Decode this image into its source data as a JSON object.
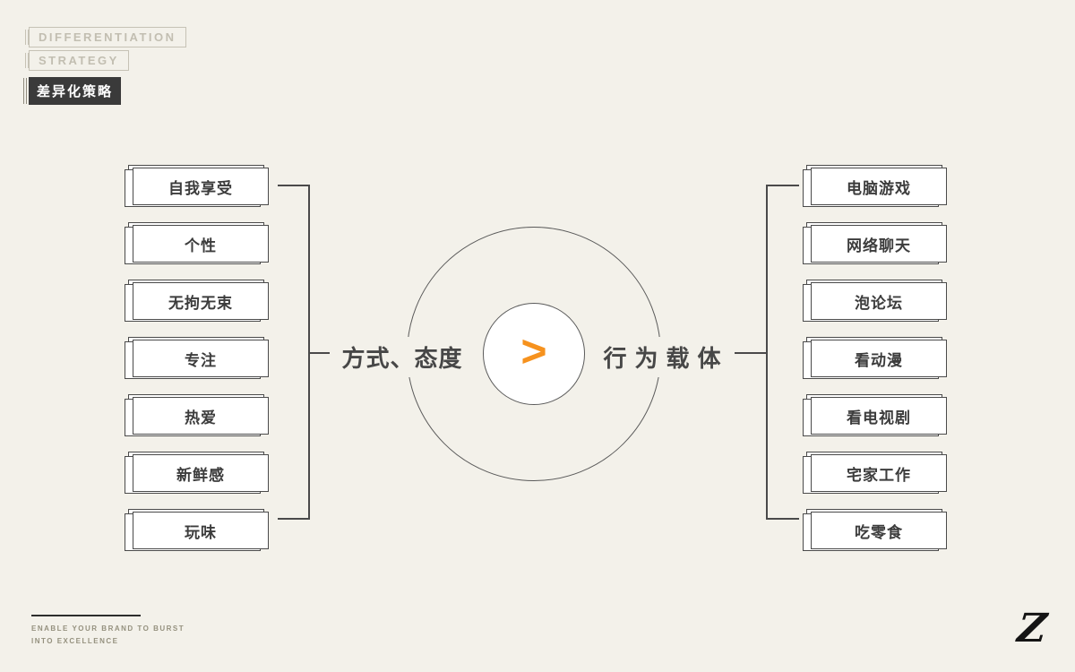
{
  "header": {
    "title_line1": "DIFFERENTIATION",
    "title_line2": "STRATEGY",
    "subtitle": "差异化策略"
  },
  "diagram": {
    "left_group_label": "方式、态度",
    "right_group_label": "行为载体",
    "center_symbol": ">",
    "left_items": [
      "自我享受",
      "个性",
      "无拘无束",
      "专注",
      "热爱",
      "新鲜感",
      "玩味"
    ],
    "right_items": [
      "电脑游戏",
      "网络聊天",
      "泡论坛",
      "看动漫",
      "看电视剧",
      "宅家工作",
      "吃零食"
    ]
  },
  "footer": {
    "tagline_line1": "ENABLE YOUR BRAND TO BURST",
    "tagline_line2": "INTO EXCELLENCE",
    "logo_text": "Z"
  },
  "colors": {
    "background": "#f3f1ea",
    "accent_orange": "#f6921e",
    "ink": "#3c3c3c",
    "muted_outline": "#c2beb1"
  }
}
